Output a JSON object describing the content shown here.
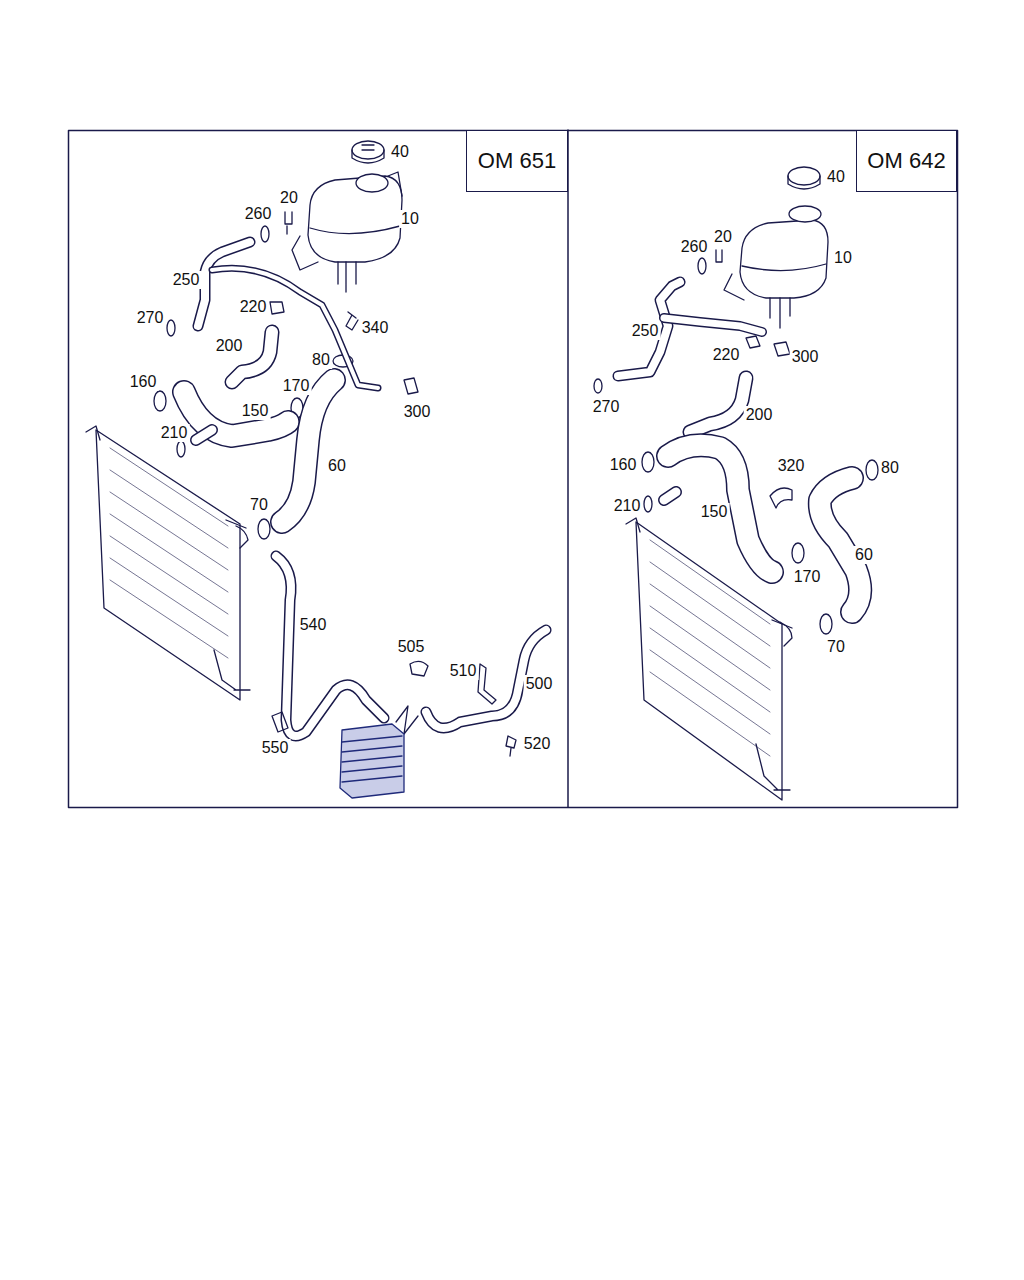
{
  "diagram": {
    "nodes": [
      {
        "text": [
          "OM 651"
        ]
      },
      {
        "text": [
          "OM 642"
        ]
      }
    ],
    "labels": [
      "40",
      "20",
      "260",
      "10",
      "250",
      "220",
      "340",
      "270",
      "200",
      "80",
      "160",
      "170",
      "300",
      "150",
      "210",
      "60",
      "70",
      "540",
      "505",
      "510",
      "500",
      "550",
      "520",
      "40",
      "20",
      "260",
      "10",
      "250",
      "220",
      "300",
      "270",
      "200",
      "160",
      "320",
      "80",
      "210",
      "150",
      "60",
      "170",
      "70"
    ]
  }
}
